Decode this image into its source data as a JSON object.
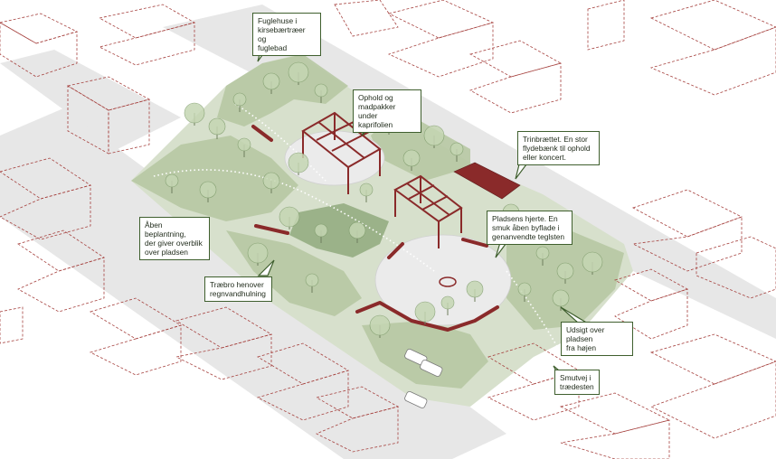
{
  "colors": {
    "street": "#e7e7e7",
    "sidewalk": "#d8d8d8",
    "site": "#d7e0cc",
    "green": "#b7c8a3",
    "green_dark": "#95ad82",
    "plaza": "#ebebeb",
    "pergola": "#8a2a2a",
    "building_outline": "#a6423f",
    "callout_border": "#3f5f2e"
  },
  "callouts": [
    {
      "id": "fuglehuse",
      "lines": [
        "Fuglehuse i",
        "kirsebærtræer og",
        "fuglebad"
      ]
    },
    {
      "id": "ophold",
      "lines": [
        "Ophold og",
        "madpakker under",
        "kaprifolien"
      ]
    },
    {
      "id": "trinbraettet",
      "lines": [
        "Trinbrættet. En stor",
        "flydebænk til ophold",
        "eller koncert."
      ]
    },
    {
      "id": "beplantning",
      "lines": [
        "Åben beplantning,",
        "der giver overblik",
        "over pladsen"
      ]
    },
    {
      "id": "pladsens",
      "lines": [
        "Pladsens hjerte. En",
        "smuk åben byflade i",
        "genanvendte teglsten"
      ]
    },
    {
      "id": "traebro",
      "lines": [
        "Træbro henover",
        "regnvandhulning"
      ]
    },
    {
      "id": "udsigt",
      "lines": [
        "Udsigt over pladsen",
        "fra højen"
      ]
    },
    {
      "id": "smutvej",
      "lines": [
        "Smutvej i",
        "trædesten"
      ]
    }
  ]
}
